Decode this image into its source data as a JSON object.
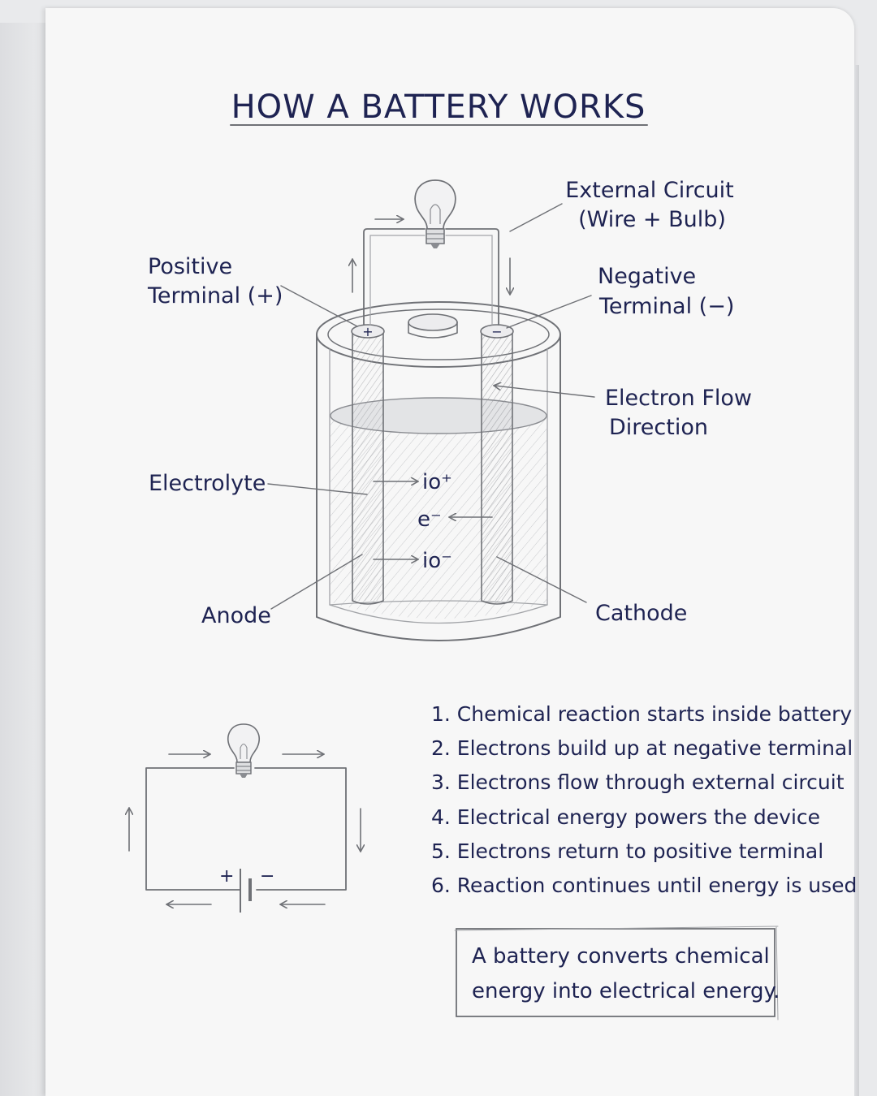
{
  "title": "HOW A BATTERY WORKS",
  "labels": {
    "external_circuit": [
      "External Circuit",
      "(Wire + Bulb)"
    ],
    "positive_terminal": [
      "Positive",
      "Terminal (+)"
    ],
    "negative_terminal": [
      "Negative",
      "Terminal (−)"
    ],
    "electron_flow": [
      "Electron Flow",
      "Direction"
    ],
    "electrolyte": "Electrolyte",
    "anode": "Anode",
    "cathode": "Cathode",
    "cap_plus": "+",
    "cap_minus": "−"
  },
  "particles": {
    "ion_positive": "io⁺",
    "electron": "e⁻",
    "ion_negative": "io⁻"
  },
  "circuit_diagram": {
    "plus": "+",
    "minus": "−"
  },
  "steps": [
    "1. Chemical reaction starts inside battery",
    "2. Electrons build up at negative terminal",
    "3. Electrons flow through external circuit",
    "4. Electrical energy powers the device",
    "5. Electrons return to positive terminal",
    "6. Reaction continues until energy is used"
  ],
  "summary": [
    "A battery converts chemical",
    "energy into electrical energy."
  ]
}
